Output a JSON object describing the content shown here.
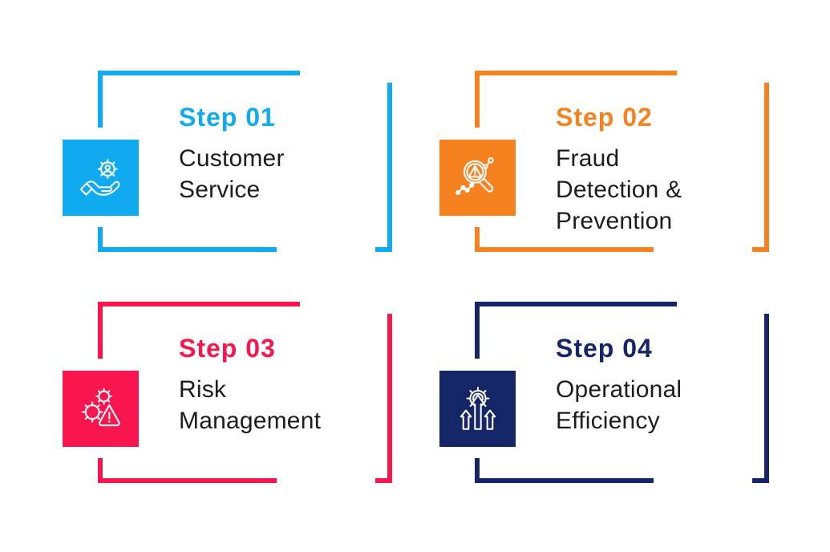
{
  "page": {
    "background": "#ffffff",
    "text_color": "#1c1c1c"
  },
  "steps": [
    {
      "title": "Step 01",
      "label": "Customer Service",
      "lines": [
        "Customer",
        "Service"
      ],
      "accent": "#0FAAEF",
      "icon": "customer-service-hand-gear-icon"
    },
    {
      "title": "Step 02",
      "label": "Fraud Detection & Prevention",
      "lines": [
        "Fraud",
        "Detection &",
        "Prevention"
      ],
      "accent": "#F5821F",
      "icon": "fraud-detection-magnifier-warning-icon"
    },
    {
      "title": "Step 03",
      "label": "Risk Management",
      "lines": [
        "Risk",
        "Management"
      ],
      "accent": "#F9164E",
      "icon": "risk-management-gears-warning-icon"
    },
    {
      "title": "Step 04",
      "label": "Operational Efficiency",
      "lines": [
        "Operational",
        "Efficiency"
      ],
      "accent": "#142568",
      "icon": "operational-efficiency-gear-arrows-icon"
    }
  ]
}
